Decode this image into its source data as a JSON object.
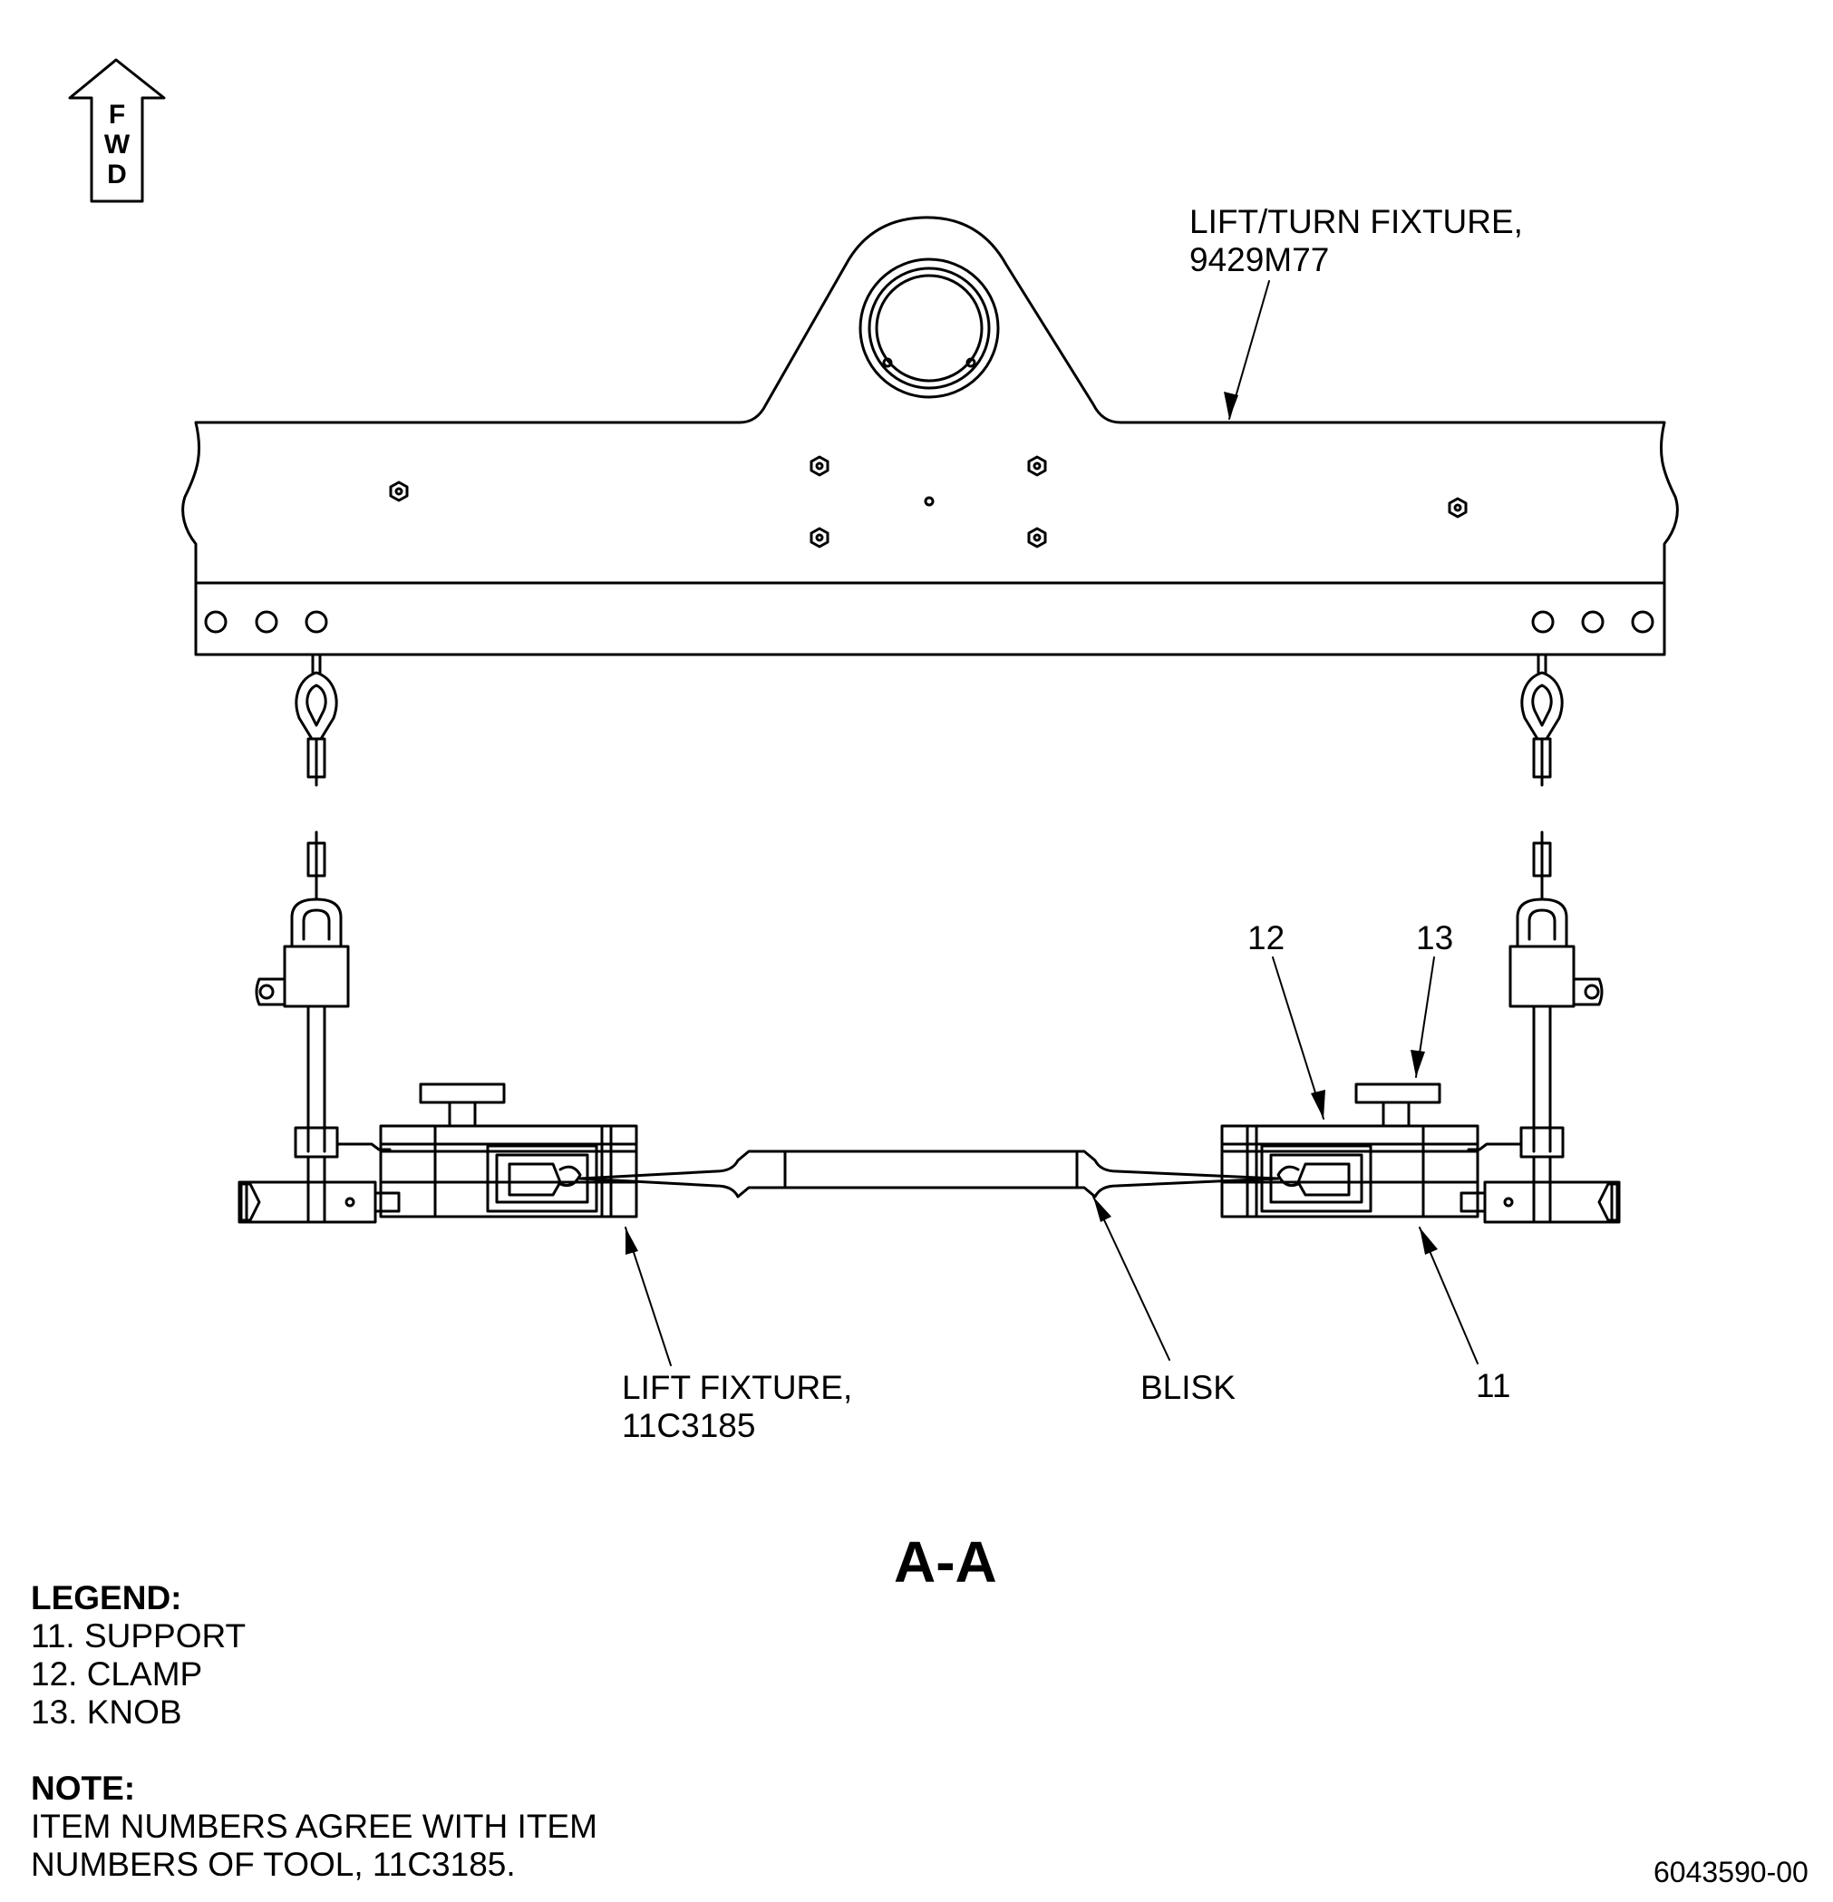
{
  "fwd_arrow": {
    "letters": [
      "F",
      "W",
      "D"
    ]
  },
  "callouts": {
    "lift_turn_fixture": {
      "line1": "LIFT/TURN FIXTURE,",
      "line2": "9429M77"
    },
    "lift_fixture": {
      "line1": "LIFT FIXTURE,",
      "line2": "11C3185"
    },
    "blisk": "BLISK",
    "item_11": "11",
    "item_12": "12",
    "item_13": "13"
  },
  "view_title": "A-A",
  "legend": {
    "heading": "LEGEND:",
    "items": [
      "11. SUPPORT",
      "12. CLAMP",
      "13. KNOB"
    ]
  },
  "note": {
    "heading": "NOTE:",
    "lines": [
      "ITEM NUMBERS AGREE WITH ITEM",
      "NUMBERS OF TOOL, 11C3185."
    ]
  },
  "drawing_number": "6043590-00",
  "colors": {
    "line": "#000000",
    "background": "#ffffff"
  }
}
